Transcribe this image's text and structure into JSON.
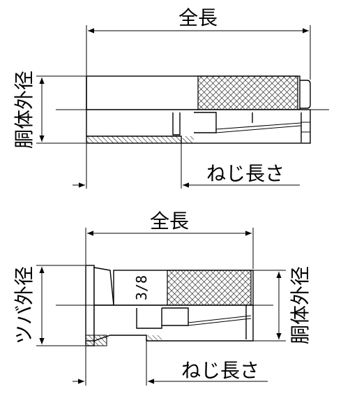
{
  "top_diagram": {
    "overall_length_label": "全長",
    "body_od_label": "胴体外径",
    "thread_length_label": "ねじ長さ"
  },
  "bottom_diagram": {
    "overall_length_label": "全長",
    "flange_od_label": "ツバ外径",
    "body_od_label": "胴体外径",
    "thread_length_label": "ねじ長さ",
    "size_marking": "3/8"
  }
}
